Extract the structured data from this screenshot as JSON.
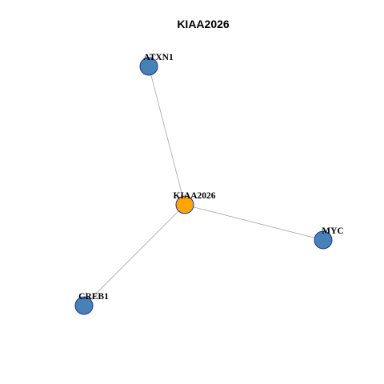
{
  "title": "KIAA2026",
  "colors": {
    "center_node": "#FFA500",
    "neighbor_node": "#4682B4",
    "node_border": "#1F2FA8",
    "edge": "#A6A6A6"
  },
  "nodes": [
    {
      "id": "KIAA2026",
      "label": "KIAA2026",
      "role": "center"
    },
    {
      "id": "ATXN1",
      "label": "ATXN1",
      "role": "neighbor"
    },
    {
      "id": "MYC",
      "label": "MYC",
      "role": "neighbor"
    },
    {
      "id": "CREB1",
      "label": "CREB1",
      "role": "neighbor"
    }
  ],
  "edges": [
    {
      "source": "KIAA2026",
      "target": "ATXN1"
    },
    {
      "source": "KIAA2026",
      "target": "MYC"
    },
    {
      "source": "KIAA2026",
      "target": "CREB1"
    }
  ]
}
